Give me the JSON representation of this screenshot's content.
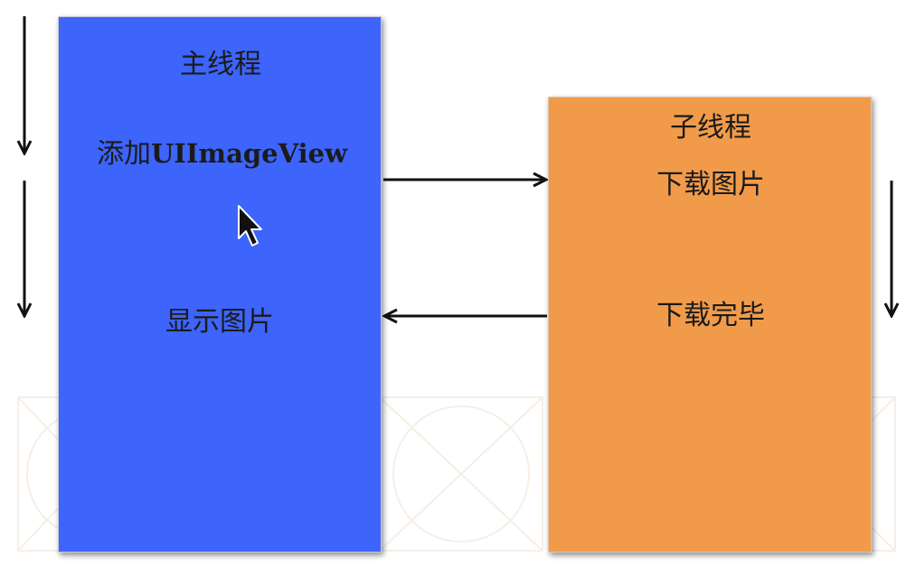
{
  "diagram": {
    "main_thread": {
      "title": "主线程",
      "step_add_prefix": "添加",
      "step_add_class": "UIImageView",
      "step_show": "显示图片",
      "color": "#3d64fb"
    },
    "sub_thread": {
      "title": "子线程",
      "step_download": "下载图片",
      "step_done": "下载完毕",
      "color": "#f19b4a"
    },
    "cursor_icon": "mouse-pointer-icon"
  }
}
